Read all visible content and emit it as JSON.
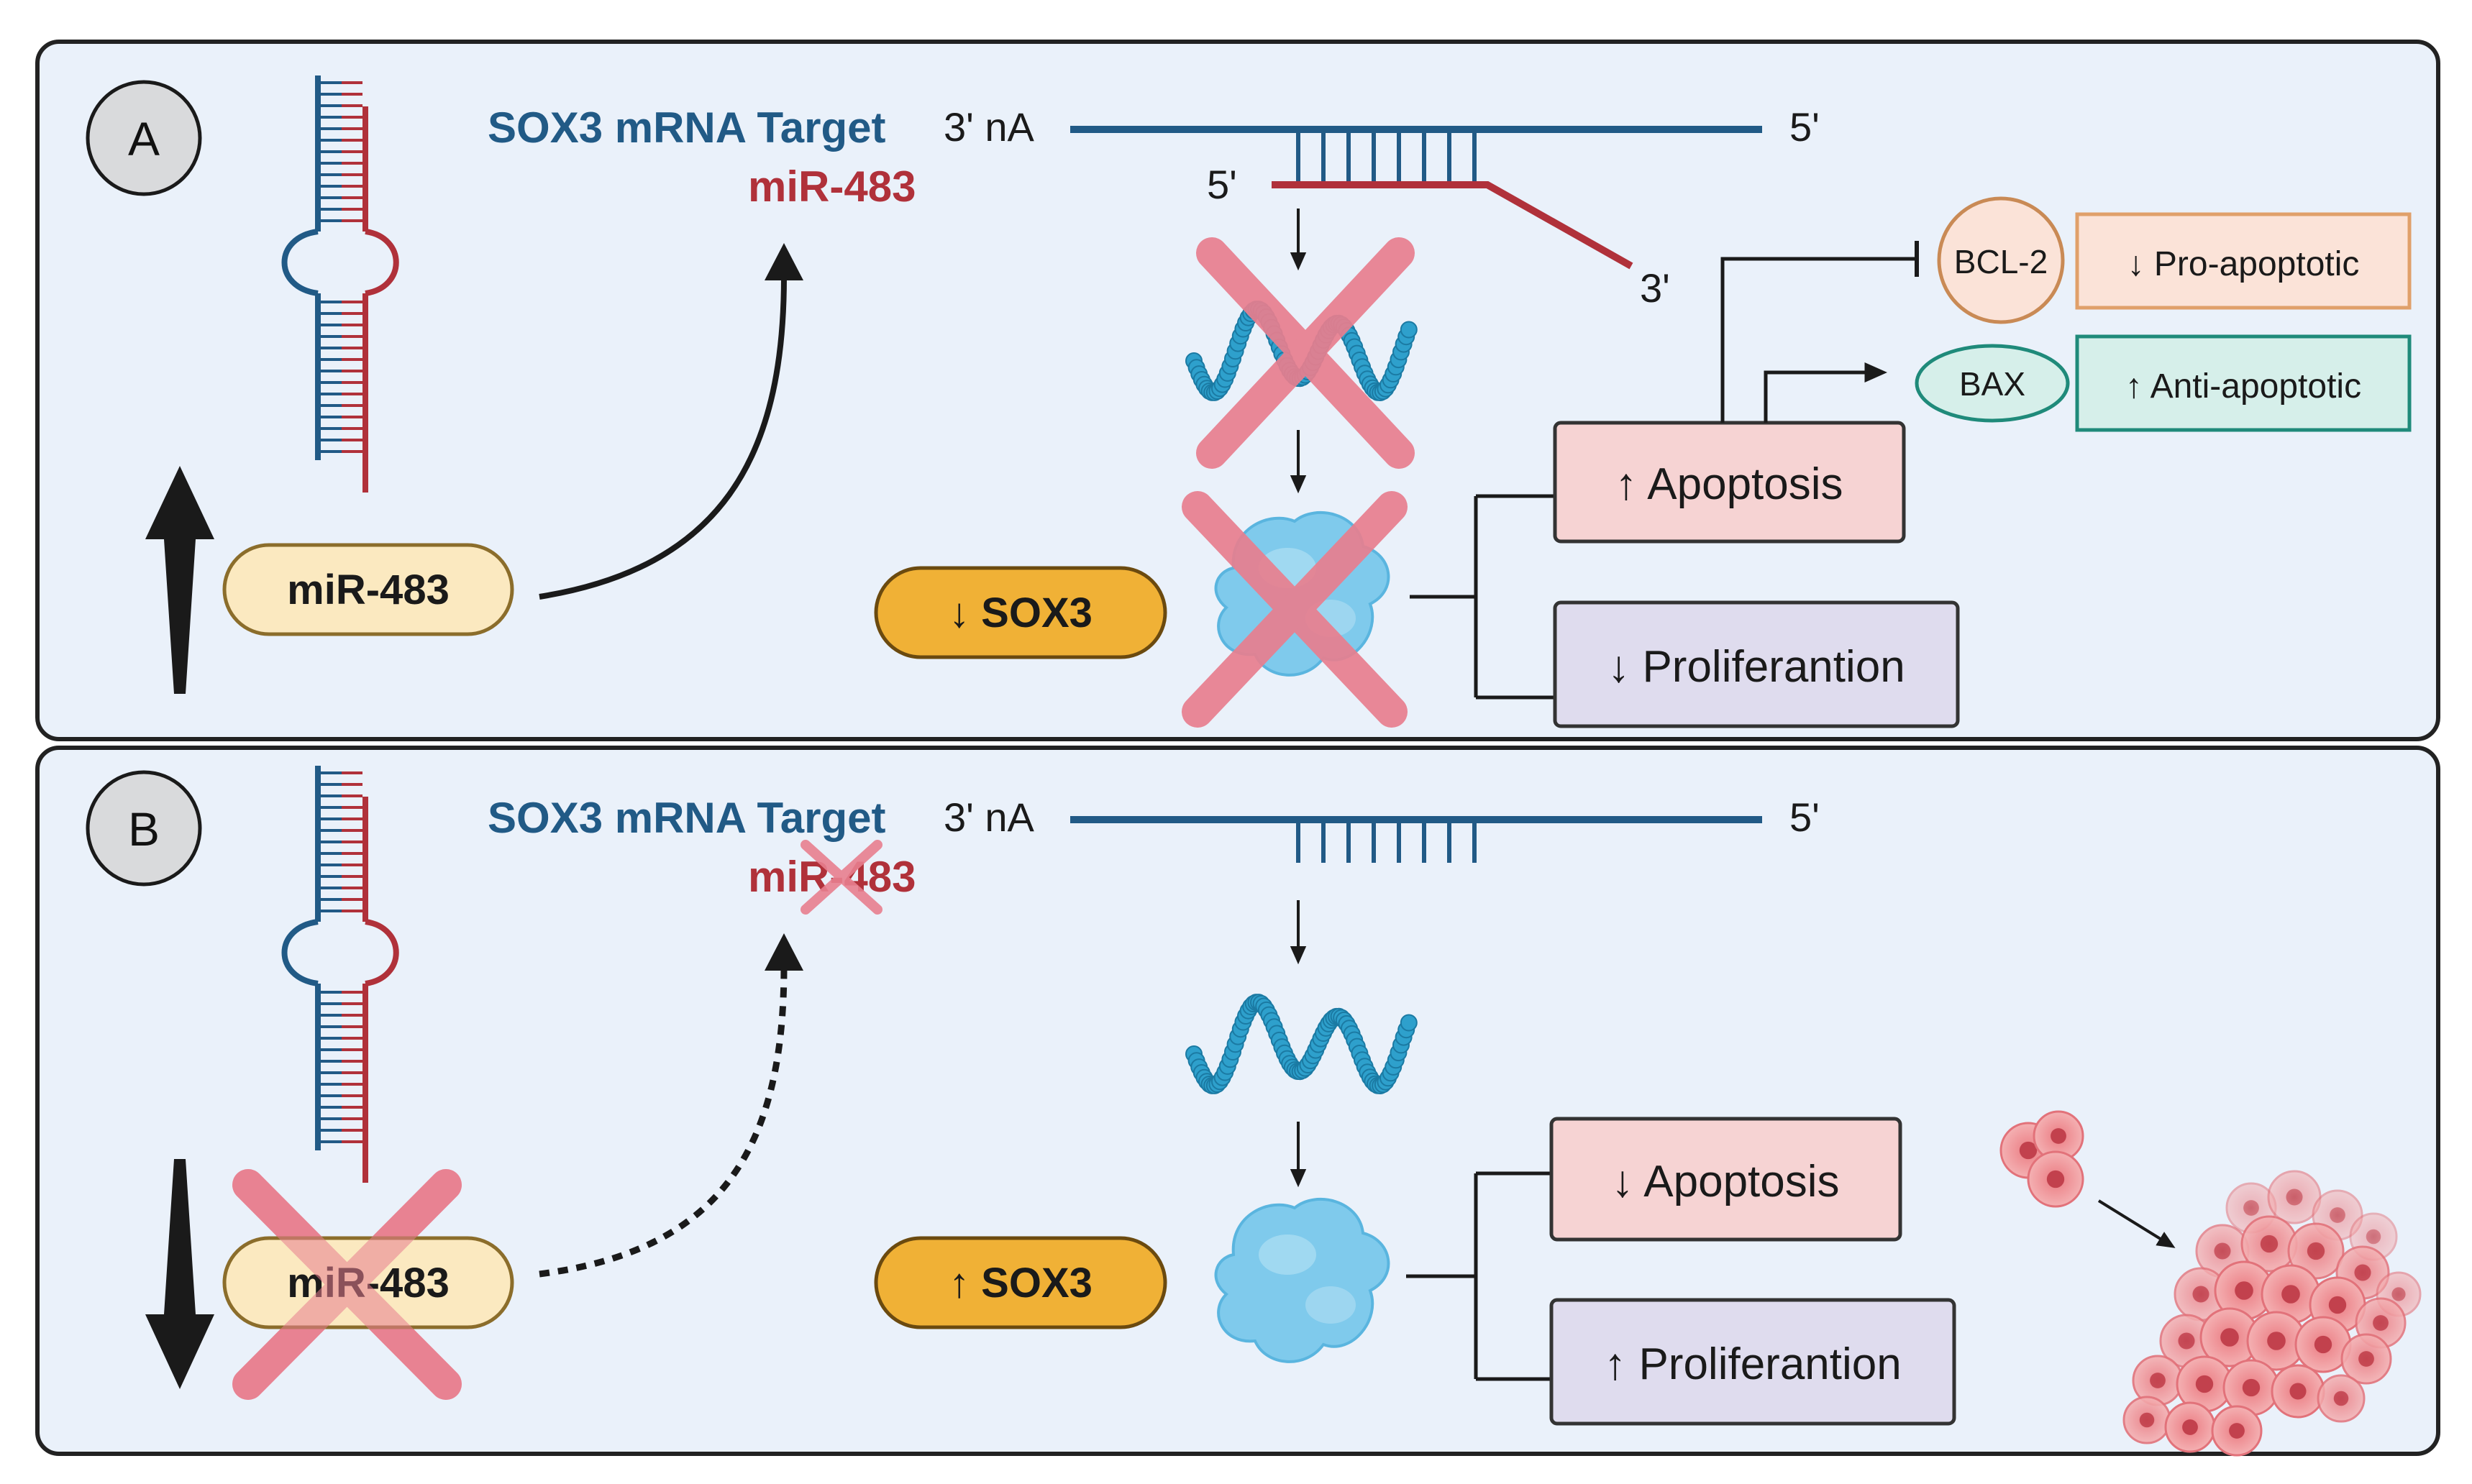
{
  "panel_a": {
    "label": "A",
    "target_label": "SOX3 mRNA Target",
    "mirna_label": "miR-483",
    "mrna_3prime": "3' nA",
    "mrna_5prime": "5'",
    "mir_5prime": "5'",
    "mir_3prime": "3'",
    "mirna_pill": "miR-483",
    "sox3_pill": "↓ SOX3",
    "apoptosis": "↑ Apoptosis",
    "proliferation": "↓ Proliferantion",
    "bcl2": "BCL-2",
    "bax": "BAX",
    "pro_apoptotic": "↓ Pro-apoptotic",
    "anti_apoptotic": "↑ Anti-apoptotic"
  },
  "panel_b": {
    "label": "B",
    "target_label": "SOX3 mRNA Target",
    "mirna_label": "miR-483",
    "mrna_3prime": "3' nA",
    "mrna_5prime": "5'",
    "mirna_pill": "miR-483",
    "sox3_pill": "↑ SOX3",
    "apoptosis": "↓ Apoptosis",
    "proliferation": "↑ Proliferantion"
  },
  "colors": {
    "panel_fill": "#eaf1fa",
    "panel_border": "#222222",
    "mrna_blue": "#215a86",
    "mirna_red": "#b0313a",
    "cross_pink": "#e87f8f",
    "sox3_orange": "#f0b136",
    "pill_cream": "#fbe9c0",
    "apoptosis_fill": "#f6d3d3",
    "prolif_fill": "#dfdcee",
    "pro_fill": "#fbe3d8",
    "pro_border": "#e0a06a",
    "anti_fill": "#d6efea",
    "anti_border": "#1f8a7a",
    "protein_blue": "#7fcaec",
    "bead_teal": "#2ea0cc",
    "cell_pink": "#e9797e"
  }
}
